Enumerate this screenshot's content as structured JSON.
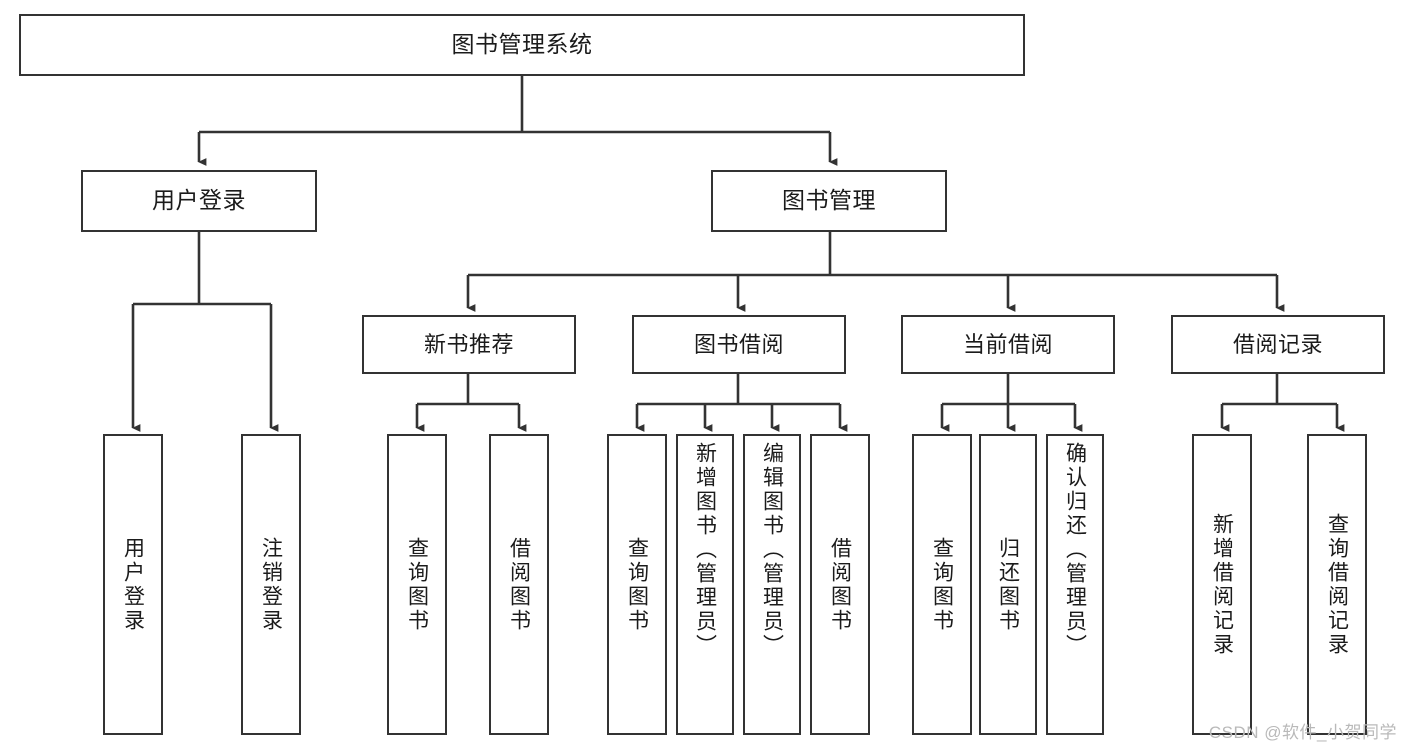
{
  "diagram": {
    "title": "图书管理系统",
    "type": "tree-hierarchy",
    "colors": {
      "node_border": "#333333",
      "node_fill": "#ffffff",
      "edge": "#333333",
      "text": "#1b1b1b",
      "watermark": "#b9b9b9",
      "background": "#ffffff"
    },
    "watermark": "CSDN @软件_小贺同学",
    "nodes": {
      "root": {
        "label": "图书管理系统"
      },
      "level2": [
        {
          "id": "user-login",
          "label": "用户登录"
        },
        {
          "id": "book-manage",
          "label": "图书管理"
        }
      ],
      "level3": [
        {
          "id": "new-book-recommend",
          "label": "新书推荐"
        },
        {
          "id": "book-borrow",
          "label": "图书借阅"
        },
        {
          "id": "current-borrow",
          "label": "当前借阅"
        },
        {
          "id": "borrow-record",
          "label": "借阅记录"
        }
      ],
      "leaves": {
        "user-login": [
          {
            "id": "leaf-user-login",
            "label": "用户登录"
          },
          {
            "id": "leaf-user-logout",
            "label": "注销登录"
          }
        ],
        "new-book-recommend": [
          {
            "id": "leaf-query-book-1",
            "label": "查询图书"
          },
          {
            "id": "leaf-borrow-book-1",
            "label": "借阅图书"
          }
        ],
        "book-borrow": [
          {
            "id": "leaf-query-book-2",
            "label": "查询图书"
          },
          {
            "id": "leaf-add-book",
            "label": "新增图书（管理员）"
          },
          {
            "id": "leaf-edit-book",
            "label": "编辑图书（管理员）"
          },
          {
            "id": "leaf-borrow-book-2",
            "label": "借阅图书"
          }
        ],
        "current-borrow": [
          {
            "id": "leaf-query-book-3",
            "label": "查询图书"
          },
          {
            "id": "leaf-return-book",
            "label": "归还图书"
          },
          {
            "id": "leaf-confirm-return",
            "label": "确认归还（管理员）"
          }
        ],
        "borrow-record": [
          {
            "id": "leaf-add-record",
            "label": "新增借阅记录"
          },
          {
            "id": "leaf-query-record",
            "label": "查询借阅记录"
          }
        ]
      }
    }
  }
}
